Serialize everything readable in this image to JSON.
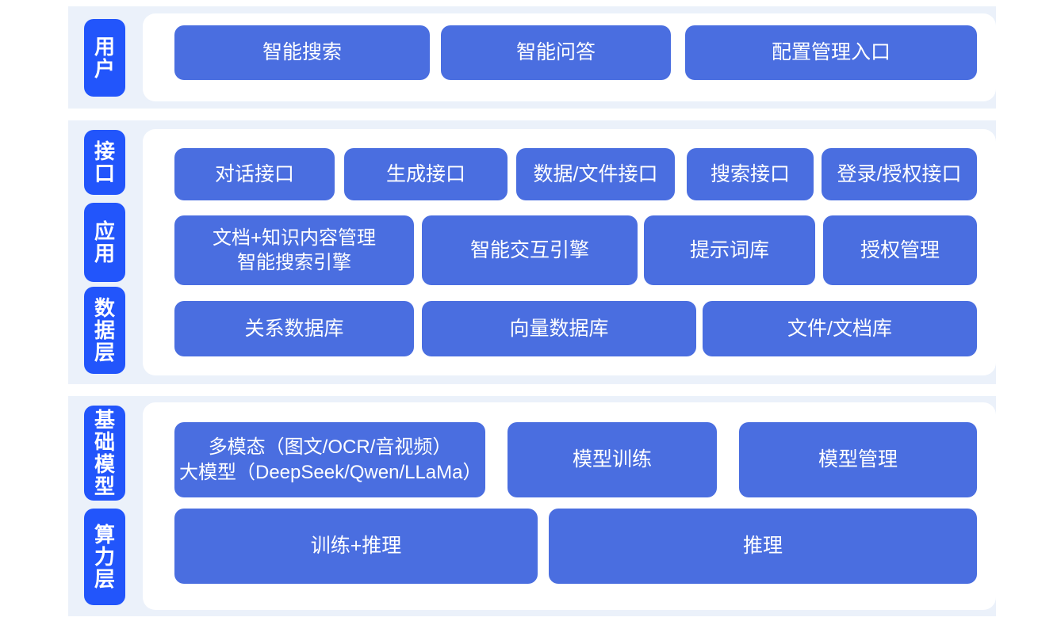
{
  "colors": {
    "band_bg": "#ebf1fa",
    "tag_blue": "#2255fb",
    "box_blue": "#4a6ee0",
    "card_white": "#ffffff",
    "page_bg": "#ffffff",
    "text_on_blue": "#ffffff"
  },
  "sections": [
    {
      "id": "user",
      "tags": [
        {
          "label": "用户"
        }
      ],
      "rows": [
        {
          "id": "user-row",
          "boxes": [
            {
              "label": "智能搜索"
            },
            {
              "label": "智能问答"
            },
            {
              "label": "配置管理入口"
            }
          ]
        }
      ]
    },
    {
      "id": "platform",
      "tags": [
        {
          "label": "接口"
        },
        {
          "label": "应用"
        },
        {
          "label": "数据层"
        }
      ],
      "rows": [
        {
          "id": "interface-row",
          "boxes": [
            {
              "label": "对话接口"
            },
            {
              "label": "生成接口"
            },
            {
              "label": "数据/文件接口"
            },
            {
              "label": "搜索接口"
            },
            {
              "label": "登录/授权接口"
            }
          ]
        },
        {
          "id": "application-row",
          "boxes": [
            {
              "label": "文档+知识内容管理\n智能搜索引擎"
            },
            {
              "label": "智能交互引擎"
            },
            {
              "label": "提示词库"
            },
            {
              "label": "授权管理"
            }
          ]
        },
        {
          "id": "data-row",
          "boxes": [
            {
              "label": "关系数据库"
            },
            {
              "label": "向量数据库"
            },
            {
              "label": "文件/文档库"
            }
          ]
        }
      ]
    },
    {
      "id": "infrastructure",
      "tags": [
        {
          "label": "基础模型"
        },
        {
          "label": "算力层"
        }
      ],
      "rows": [
        {
          "id": "model-row",
          "boxes": [
            {
              "label": "多模态（图文/OCR/音视频）\n大模型（DeepSeek/Qwen/LLaMa）"
            },
            {
              "label": "模型训练"
            },
            {
              "label": "模型管理"
            }
          ]
        },
        {
          "id": "compute-row",
          "boxes": [
            {
              "label": "训练+推理"
            },
            {
              "label": "推理"
            }
          ]
        }
      ]
    }
  ]
}
